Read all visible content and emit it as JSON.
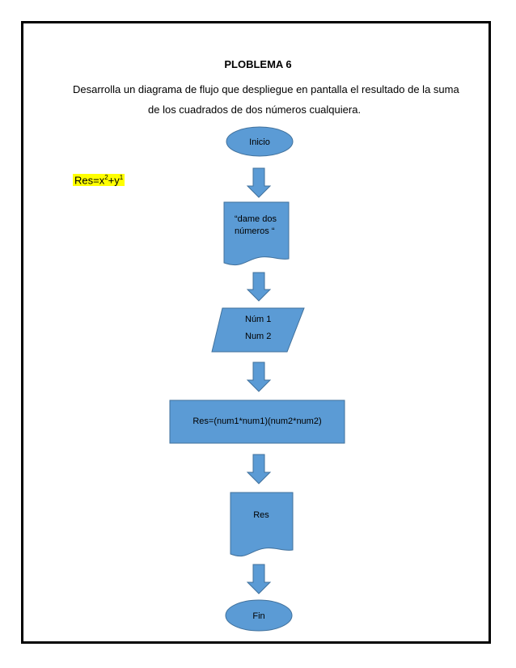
{
  "title": "PLOBLEMA 6",
  "description": {
    "line1": "Desarrolla un diagrama de flujo que despliegue en pantalla el resultado de la suma",
    "line2": "de los cuadrados de dos números cualquiera."
  },
  "formula": {
    "base": "Res=x",
    "exp1": "2",
    "mid": "+y",
    "exp2": "1"
  },
  "flow": {
    "start": "Inicio",
    "prompt_line1": "“dame dos",
    "prompt_line2": "números “",
    "input_line1": "Núm 1",
    "input_line2": "Num 2",
    "process": "Res=(num1*num1)(num2*num2)",
    "output": "Res",
    "end": "Fin"
  },
  "colors": {
    "shape_fill": "#5b9bd5",
    "shape_stroke": "#41719c",
    "highlight": "#ffff00"
  }
}
